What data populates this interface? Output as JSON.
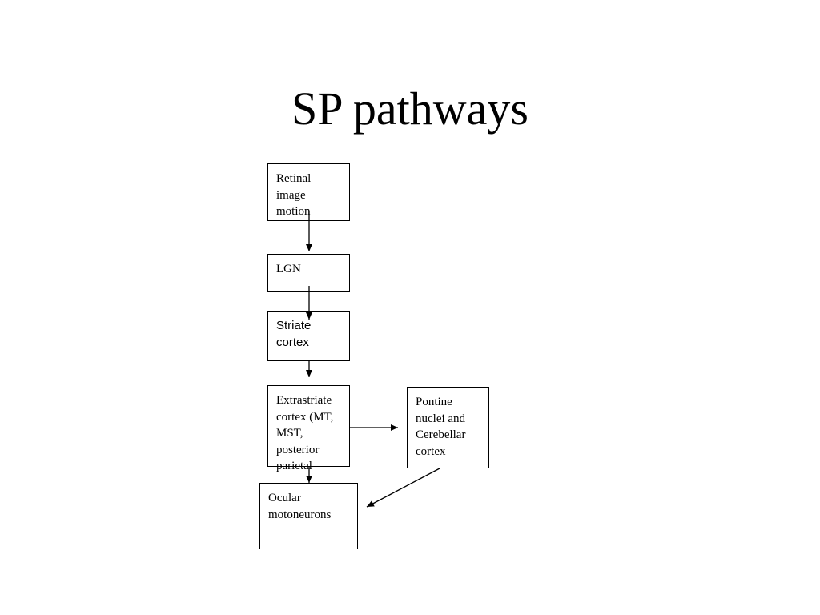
{
  "slide": {
    "title": "SP pathways"
  },
  "diagram": {
    "nodes": {
      "retinal": "Retinal\nimage\nmotion",
      "lgn": "LGN",
      "striate": "Striate\ncortex",
      "extrastriate": "Extrastriate\ncortex (MT,\nMST,\nposterior\nparietal",
      "pontine": "Pontine\nnuclei and\nCerebellar\ncortex",
      "ocular": "Ocular\nmotoneurons"
    }
  }
}
